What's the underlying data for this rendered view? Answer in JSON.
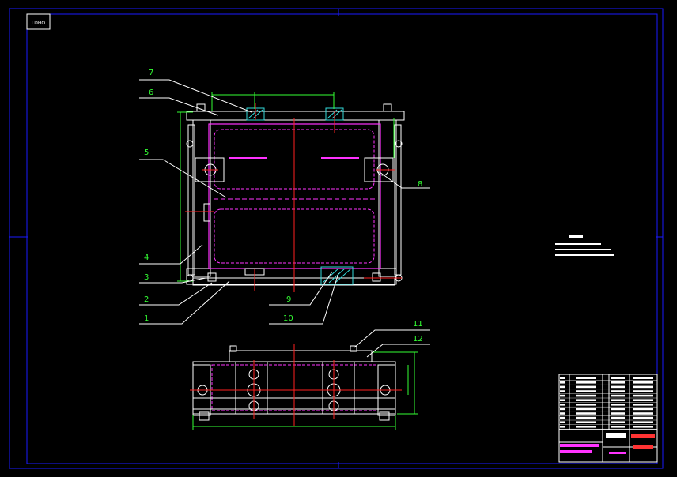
{
  "sheet": {
    "corner_tag": "LDHO",
    "colors": {
      "background": "#000000",
      "frame": "#ffffff",
      "border_blue": "#1a1aff",
      "center_red": "#ff2020",
      "part_magenta": "#ff33ff",
      "dim_green": "#33ff33",
      "leader_white": "#ffffff",
      "hatch_cyan": "#33dddd"
    }
  },
  "callouts": [
    {
      "id": "1",
      "label": "1"
    },
    {
      "id": "2",
      "label": "2"
    },
    {
      "id": "3",
      "label": "3"
    },
    {
      "id": "4",
      "label": "4"
    },
    {
      "id": "5",
      "label": "5"
    },
    {
      "id": "6",
      "label": "6"
    },
    {
      "id": "7",
      "label": "7"
    },
    {
      "id": "8",
      "label": "8"
    },
    {
      "id": "9",
      "label": "9"
    },
    {
      "id": "10",
      "label": "10"
    },
    {
      "id": "11",
      "label": "11"
    },
    {
      "id": "12",
      "label": "12"
    }
  ]
}
